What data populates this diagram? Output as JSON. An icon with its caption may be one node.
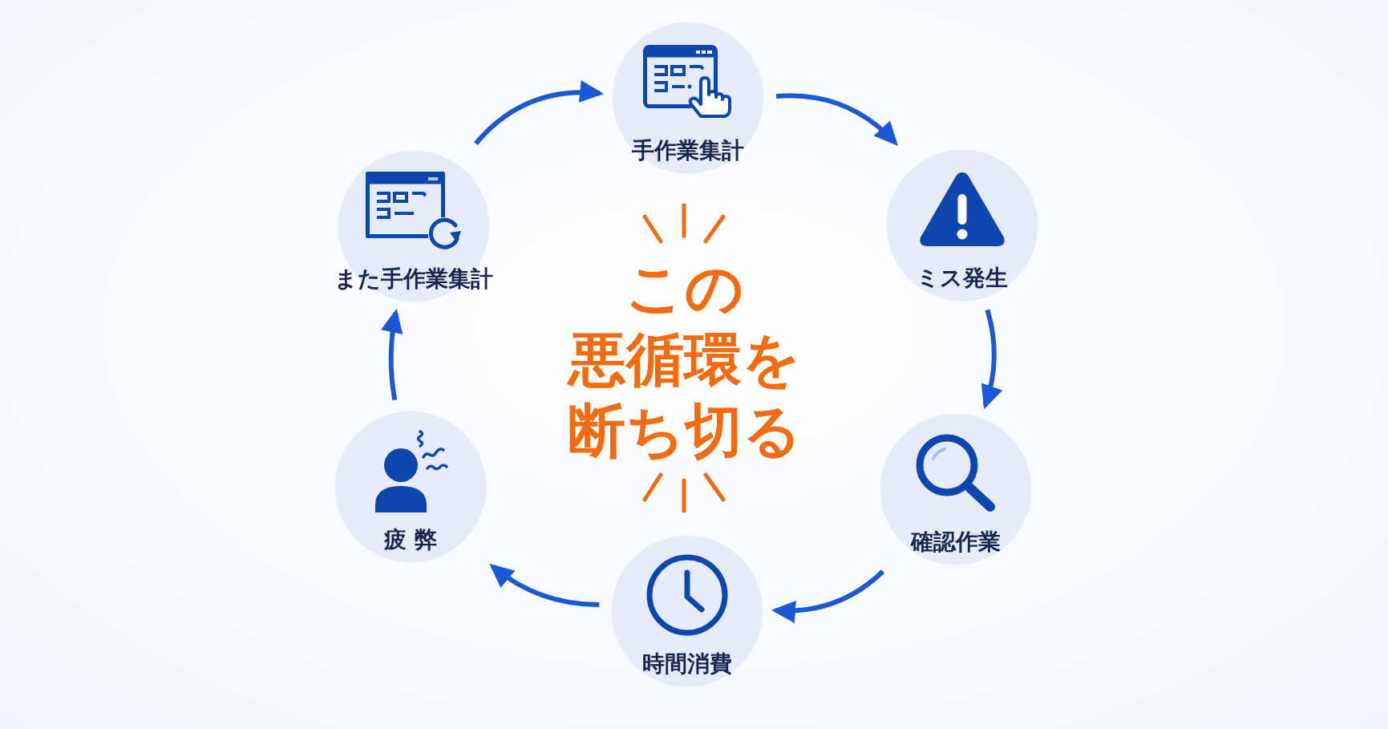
{
  "diagram": {
    "title": "この悪循環を断ち切る",
    "nodes": [
      {
        "text": [
          "手作業集計"
        ]
      },
      {
        "text": [
          "ミス発生"
        ]
      },
      {
        "text": [
          "確認作業"
        ]
      },
      {
        "text": [
          "時間消費"
        ]
      },
      {
        "text": [
          "疲 弊"
        ]
      },
      {
        "text": [
          "また手作業集計"
        ]
      }
    ],
    "edges": [
      {
        "from": 0,
        "to": 1,
        "arrow": "to"
      },
      {
        "from": 1,
        "to": 2,
        "arrow": "to"
      },
      {
        "from": 2,
        "to": 3,
        "arrow": "to"
      },
      {
        "from": 3,
        "to": 4,
        "arrow": "to"
      },
      {
        "from": 4,
        "to": 5,
        "arrow": "to"
      },
      {
        "from": 5,
        "to": 0,
        "arrow": "to"
      }
    ]
  }
}
